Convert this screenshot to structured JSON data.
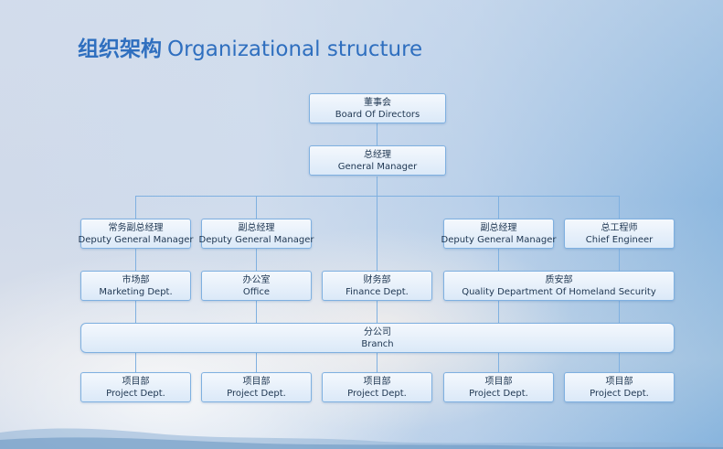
{
  "title": {
    "zh": "组织架构",
    "en": "Organizational structure"
  },
  "nodes": {
    "board": {
      "zh": "董事会",
      "en": "Board Of Directors"
    },
    "gm": {
      "zh": "总经理",
      "en": "General Manager"
    },
    "exec_dgm": {
      "zh": "常务副总经理",
      "en": "Deputy General Manager"
    },
    "dgm1": {
      "zh": "副总经理",
      "en": "Deputy General Manager"
    },
    "dgm2": {
      "zh": "副总经理",
      "en": "Deputy General Manager"
    },
    "chief_engineer": {
      "zh": "总工程师",
      "en": "Chief Engineer"
    },
    "marketing": {
      "zh": "市场部",
      "en": "Marketing Dept."
    },
    "office": {
      "zh": "办公室",
      "en": "Office"
    },
    "finance": {
      "zh": "财务部",
      "en": "Finance Dept."
    },
    "quality": {
      "zh": "质安部",
      "en": "Quality Department Of Homeland Security"
    },
    "branch": {
      "zh": "分公司",
      "en": "Branch"
    },
    "projects": [
      {
        "zh": "项目部",
        "en": "Project Dept."
      },
      {
        "zh": "项目部",
        "en": "Project Dept."
      },
      {
        "zh": "项目部",
        "en": "Project Dept."
      },
      {
        "zh": "项目部",
        "en": "Project Dept."
      },
      {
        "zh": "项目部",
        "en": "Project Dept."
      }
    ]
  }
}
